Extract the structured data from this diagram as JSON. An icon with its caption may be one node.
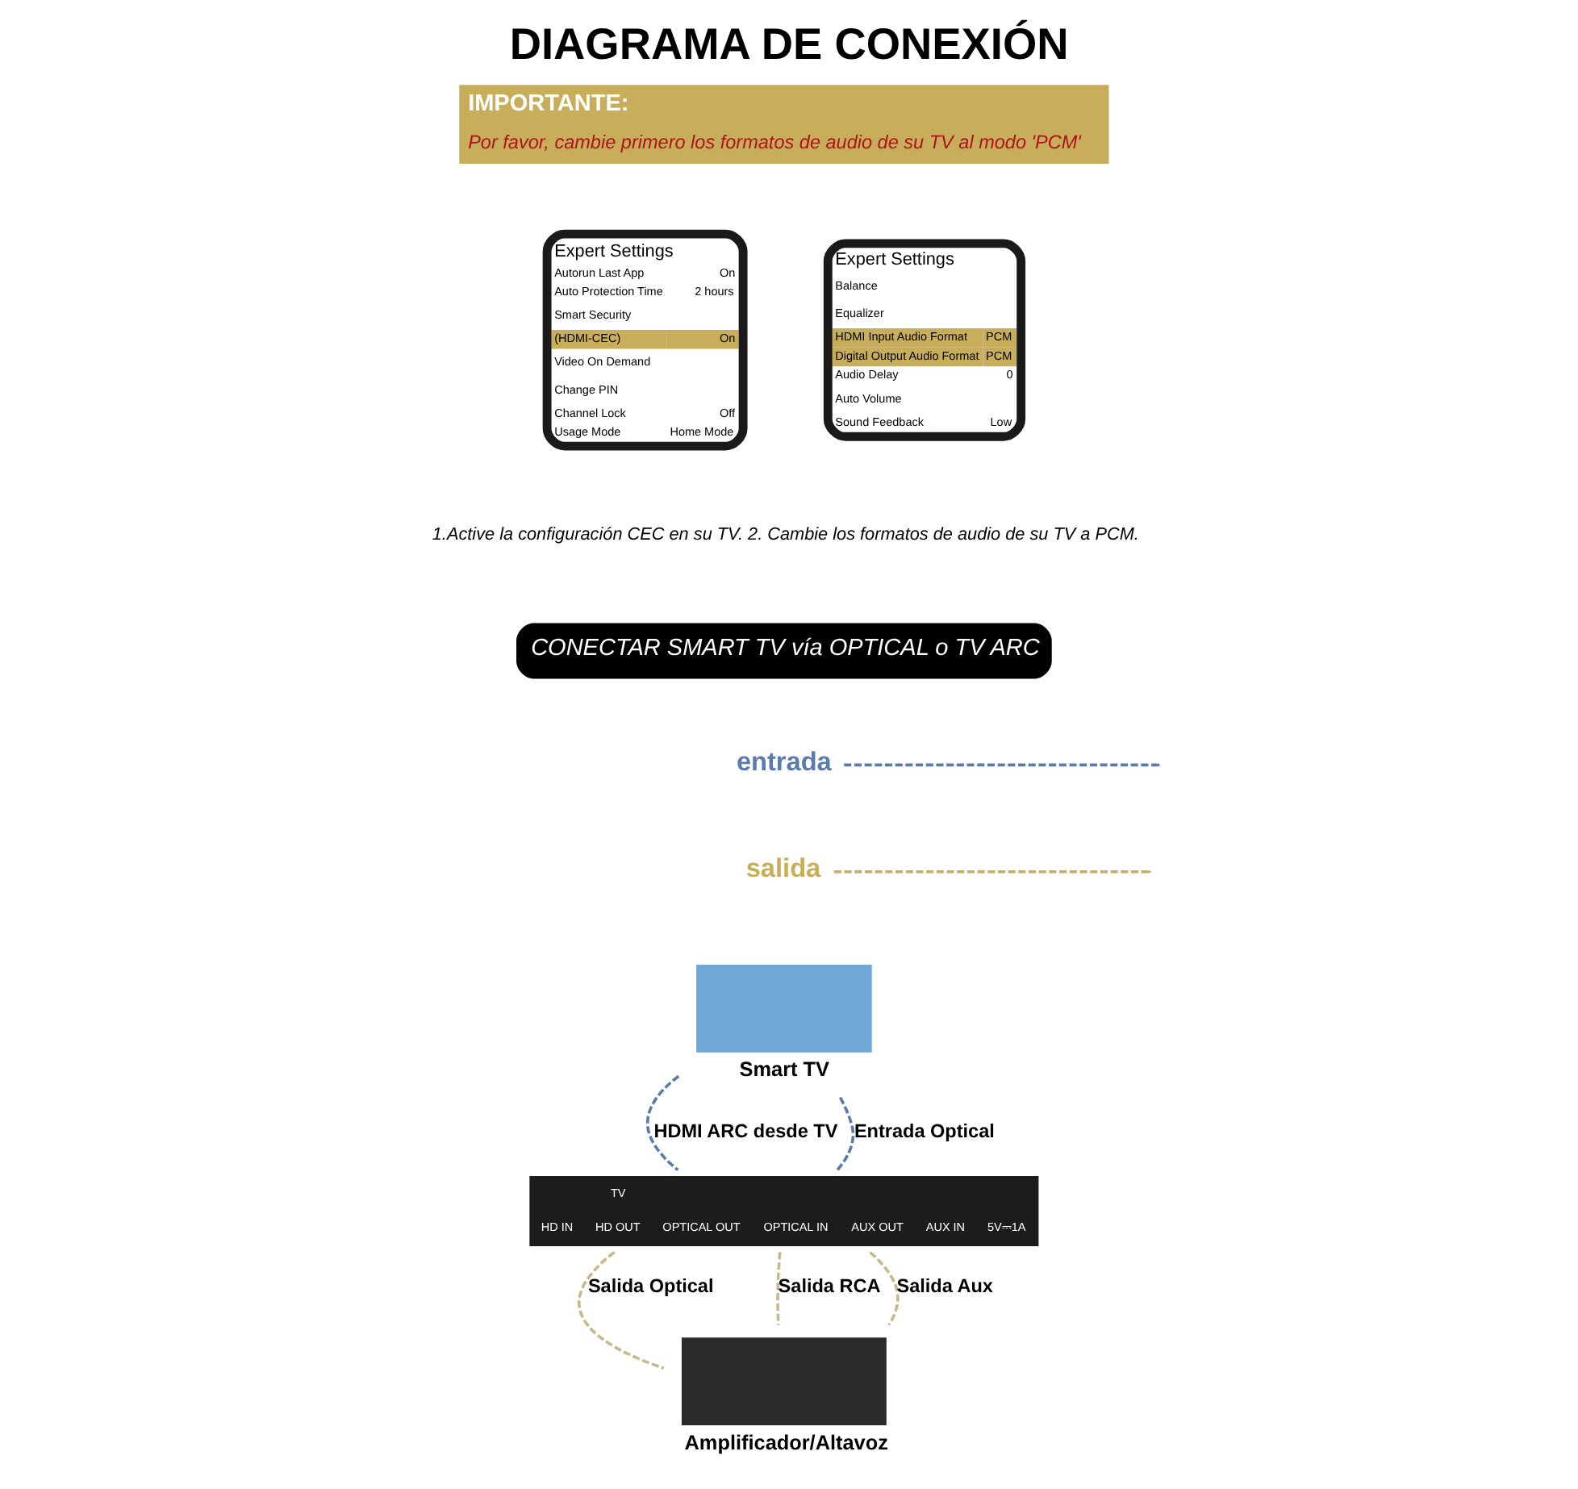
{
  "diagram": {
    "title": "DIAGRAMA DE CONEXIÓN",
    "nodes": [
      {
        "text": [
          "IMPORTANTE:",
          "Por favor, cambie primero los formatos de audio de su TV al modo 'PCM'"
        ]
      },
      {
        "text": [
          "Expert Settings",
          "Autorun Last App",
          "On",
          "Auto Protection Time",
          "2 hours",
          "Smart Security",
          "(HDMI-CEC)",
          "On",
          "Video On Demand",
          "Change PIN",
          "Channel Lock",
          "Off",
          "Usage Mode",
          "Home Mode"
        ]
      },
      {
        "text": [
          "Expert Settings",
          "Balance",
          "Equalizer",
          "HDMI Input Audio Format",
          "PCM",
          "Digital Output Audio Format",
          "PCM",
          "Audio Delay",
          "0",
          "Auto Volume",
          "Sound Feedback",
          "Low"
        ]
      },
      {
        "text": [
          "CONECTAR SMART TV vía OPTICAL o TV ARC"
        ]
      },
      {
        "text": [
          "Smart TV"
        ]
      },
      {
        "text": [
          "TV",
          "HD IN",
          "HD OUT",
          "OPTICAL OUT",
          "OPTICAL IN",
          "AUX OUT",
          "AUX IN",
          "5V⎓1A"
        ]
      },
      {
        "text": [
          "Amplificador/Altavoz"
        ]
      }
    ],
    "edges": [
      {
        "from": 4,
        "to": 5,
        "arrow": "none",
        "label": "HDMI ARC desde TV",
        "style": "dashed",
        "color": "#5b7bab"
      },
      {
        "from": 4,
        "to": 5,
        "arrow": "none",
        "label": "Entrada Optical",
        "style": "dashed",
        "color": "#5b7bab"
      },
      {
        "from": 5,
        "to": 6,
        "arrow": "none",
        "label": "Salida Optical",
        "style": "dashed"
      },
      {
        "from": 5,
        "to": 6,
        "arrow": "none",
        "label": "Salida RCA",
        "style": "dashed"
      },
      {
        "from": 5,
        "to": 6,
        "arrow": "none",
        "label": "Salida Aux",
        "style": "dashed"
      }
    ],
    "labels": [
      "1.Active la configuración CEC en su TV. 2. Cambie los formatos de audio de su TV a PCM."
    ],
    "legend": [
      {
        "text": "entrada"
      },
      {
        "text": "salida"
      }
    ]
  }
}
